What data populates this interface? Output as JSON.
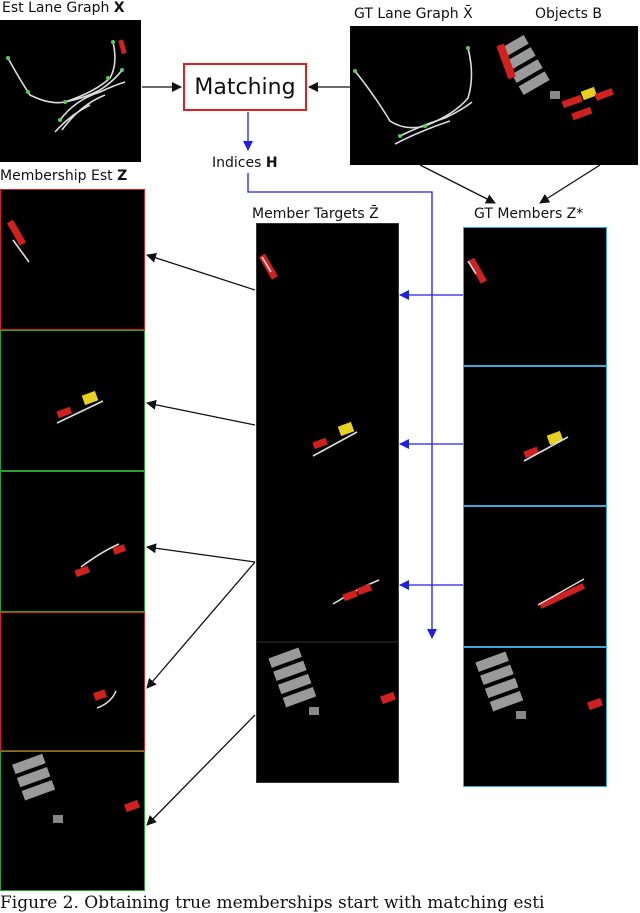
{
  "labels": {
    "est_lane_graph": "Est Lane Graph",
    "est_lane_graph_sym": "X",
    "gt_lane_graph": "GT Lane Graph",
    "gt_lane_graph_sym": "X̄",
    "objects": "Objects B",
    "matching": "Matching",
    "indices": "Indices",
    "indices_sym": "H",
    "membership_est": "Membership Est",
    "membership_est_sym": "Z",
    "member_targets": "Member Targets",
    "member_targets_sym": "Z̄",
    "gt_members": "GT Members Z*"
  },
  "caption": "Figure 2. Obtaining true memberships start with matching esti"
}
